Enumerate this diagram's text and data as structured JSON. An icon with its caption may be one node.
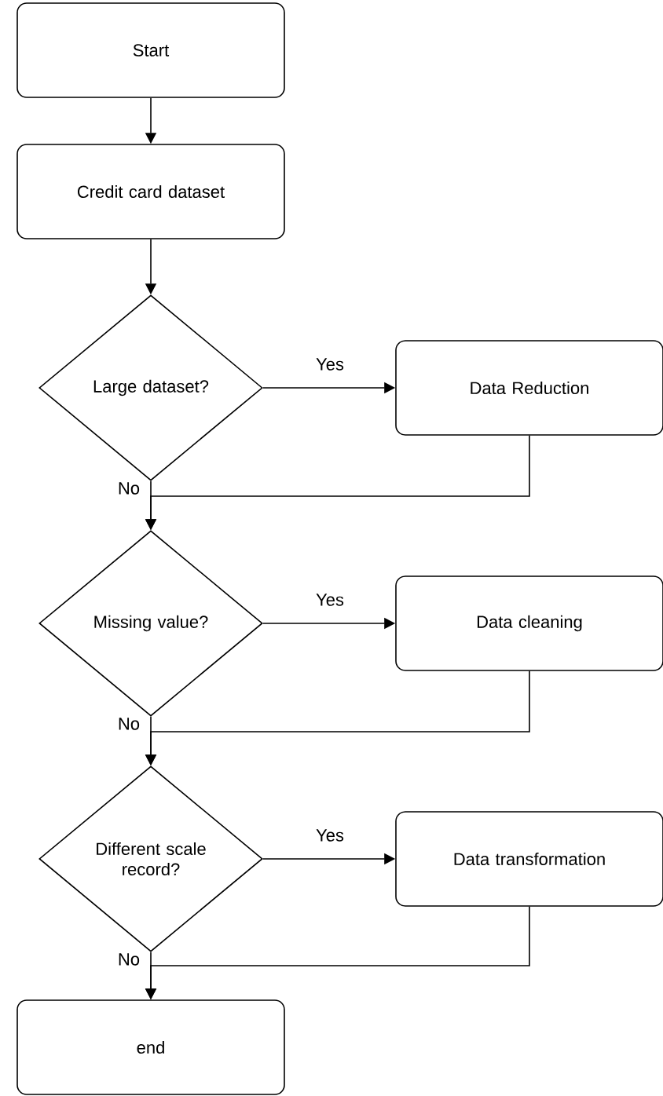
{
  "diagram": {
    "nodes": [
      {
        "text": [
          "Start"
        ]
      },
      {
        "text": [
          "Credit card dataset"
        ]
      },
      {
        "text": [
          "Large dataset?"
        ]
      },
      {
        "text": [
          "Data Reduction"
        ]
      },
      {
        "text": [
          "Missing value?"
        ]
      },
      {
        "text": [
          "Data cleaning"
        ]
      },
      {
        "text": [
          "Different scale record?"
        ]
      },
      {
        "text": [
          "Data transformation"
        ]
      },
      {
        "text": [
          "end"
        ]
      }
    ],
    "edges": [
      {
        "from": 0,
        "to": 1,
        "arrow": "to"
      },
      {
        "from": 1,
        "to": 2,
        "arrow": "to"
      },
      {
        "from": 2,
        "to": 3,
        "arrow": "to",
        "label": "Yes"
      },
      {
        "from": 2,
        "to": 4,
        "arrow": "to",
        "label": "No"
      },
      {
        "from": 3,
        "to": 4,
        "arrow": "to"
      },
      {
        "from": 4,
        "to": 5,
        "arrow": "to",
        "label": "Yes"
      },
      {
        "from": 4,
        "to": 6,
        "arrow": "to",
        "label": "No"
      },
      {
        "from": 5,
        "to": 6,
        "arrow": "to"
      },
      {
        "from": 6,
        "to": 7,
        "arrow": "to",
        "label": "Yes"
      },
      {
        "from": 6,
        "to": 8,
        "arrow": "to",
        "label": "No"
      },
      {
        "from": 7,
        "to": 8,
        "arrow": "to"
      }
    ]
  }
}
